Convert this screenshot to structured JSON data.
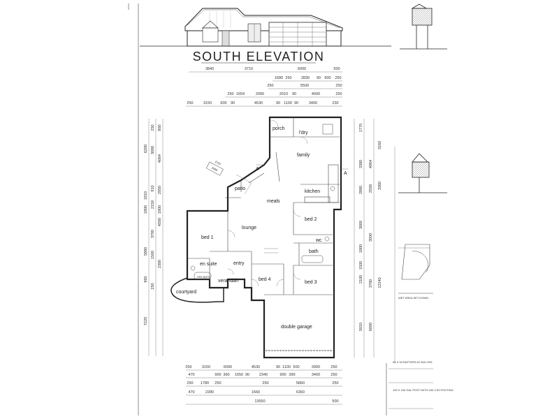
{
  "title": "SOUTH ELEVATION",
  "section_marker": "A",
  "rooms": {
    "porch": "porch",
    "ldry": "l'dry",
    "family": "family",
    "kitchen": "kitchen",
    "patio": "patio",
    "meals": "meals",
    "lounge": "lounge",
    "bed1": "bed 1",
    "bed2": "bed 2",
    "bed3": "bed 3",
    "bed4": "bed 4",
    "bath": "bath",
    "wc": "wc",
    "ensuite": "en suite",
    "entry": "entry",
    "verandah": "verandah",
    "courtyard": "courtyard",
    "spabath": "SPA BATH",
    "double_garage": "double garage"
  },
  "dims_top": {
    "row1": [
      "3840",
      "3710",
      "6000",
      "500"
    ],
    "row2": [
      "1680",
      "250",
      "2830",
      "90",
      "900",
      "250"
    ],
    "row3": [
      "250",
      "5500",
      "250"
    ],
    "row4": [
      "250",
      "1654",
      "2056",
      "2010",
      "90",
      "4000",
      "250"
    ],
    "row5": [
      "250",
      "3150",
      "600",
      "90",
      "4530",
      "90",
      "1100",
      "90",
      "3400",
      "230"
    ]
  },
  "dims_bottom": {
    "row1": [
      "250",
      "3150",
      "6090",
      "4530",
      "90",
      "1100",
      "500",
      "2900",
      "250"
    ],
    "row2": [
      "470",
      "900",
      "360",
      "1650",
      "90",
      "2340",
      "900",
      "390",
      "3400",
      "250"
    ],
    "row3": [
      "250",
      "1780",
      "250",
      "250",
      "5860",
      "250"
    ],
    "row4": [
      "470",
      "2280",
      "1560",
      "6360"
    ],
    "row5": [
      "13550",
      "500"
    ]
  },
  "dims_left_outer": [
    "6200",
    "1810",
    "1800",
    "5880",
    "7220"
  ],
  "dims_left_inner": [
    "250",
    "800",
    "4064",
    "3080",
    "910",
    "2159",
    "2050",
    "1800",
    "4500",
    "3790",
    "1500",
    "2300",
    "250",
    "960"
  ],
  "dims_right": [
    "3380",
    "2880",
    "4064",
    "2558",
    "3360",
    "1770",
    "3000",
    "3160",
    "3500",
    "1800",
    "1500",
    "2100",
    "3780",
    "5910",
    "6000",
    "12240"
  ],
  "notes": {
    "dim_a": "2755",
    "dim_b": "2908",
    "rear_note": "WET AREA SET DOWN",
    "rafter_note": "90 X 90 RAFTERS AT 600 CRS",
    "post_note": "100 X 100 GAL POST WITH 150 X 50 FOOTING"
  }
}
